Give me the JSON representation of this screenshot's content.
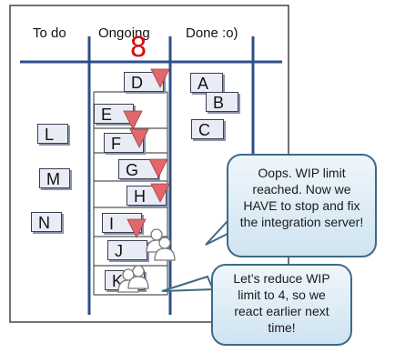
{
  "columns": {
    "todo": "To do",
    "ongoing": "Ongoing",
    "done": "Done :o)"
  },
  "wip_count": "8",
  "cards": {
    "todo": [
      "L",
      "M",
      "N"
    ],
    "ongoing": [
      "D",
      "E",
      "F",
      "G",
      "H",
      "I",
      "J",
      "K"
    ],
    "done": [
      "A",
      "B",
      "C"
    ]
  },
  "bubbles": {
    "first": "Oops. WIP limit reached. Now we HAVE to stop and fix the integration server!",
    "second": "Let’s reduce WIP limit to 4, so we react earlier next time!"
  },
  "colors": {
    "board_lines": "#2f4f88",
    "wip_number": "#d01010",
    "flag": "#e0676a",
    "card_fill": "#e9ecf5",
    "bubble_border": "#3e6a88"
  },
  "icons": [
    "red-flag-icon",
    "people-icon"
  ]
}
